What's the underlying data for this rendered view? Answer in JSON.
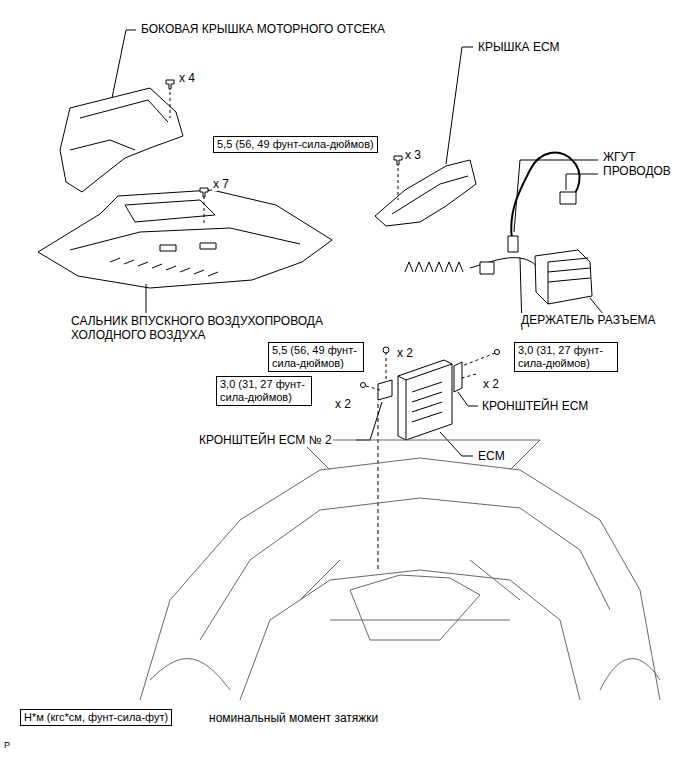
{
  "diagram": {
    "nodes": [
      {
        "text": [
          "5,5 (56, 49 фунт-сила-дюймов)"
        ]
      },
      {
        "text": [
          "5,5 (56, 49 фунт-сила-дюймов)"
        ]
      },
      {
        "text": [
          "3,0 (31, 27 фунт-сила-дюймов)"
        ]
      },
      {
        "text": [
          "3,0 (31, 27 фунт-сила-дюймов)"
        ]
      },
      {
        "text": [
          "Н*м (кгс*см, фунт-сила-фут)"
        ]
      }
    ],
    "labels": [
      "БОКОВАЯ КРЫШКА МОТОРНОГО ОТСЕКА",
      "x 4",
      "x 7",
      "САЛЬНИК ВПУСКНОГО ВОЗДУХОПРОВОДА ХОЛОДНОГО ВОЗДУХА",
      "КРЫШКА ECM",
      "x 3",
      "ЖГУТ ПРОВОДОВ",
      "ДЕРЖАТЕЛЬ РАЗЪЕМА",
      "x 2",
      "x 2",
      "x 2",
      "КРОНШТЕЙН ECM",
      "КРОНШТЕЙН ECM № 2",
      "ECM",
      "номинальный момент затяжки",
      "P"
    ]
  }
}
